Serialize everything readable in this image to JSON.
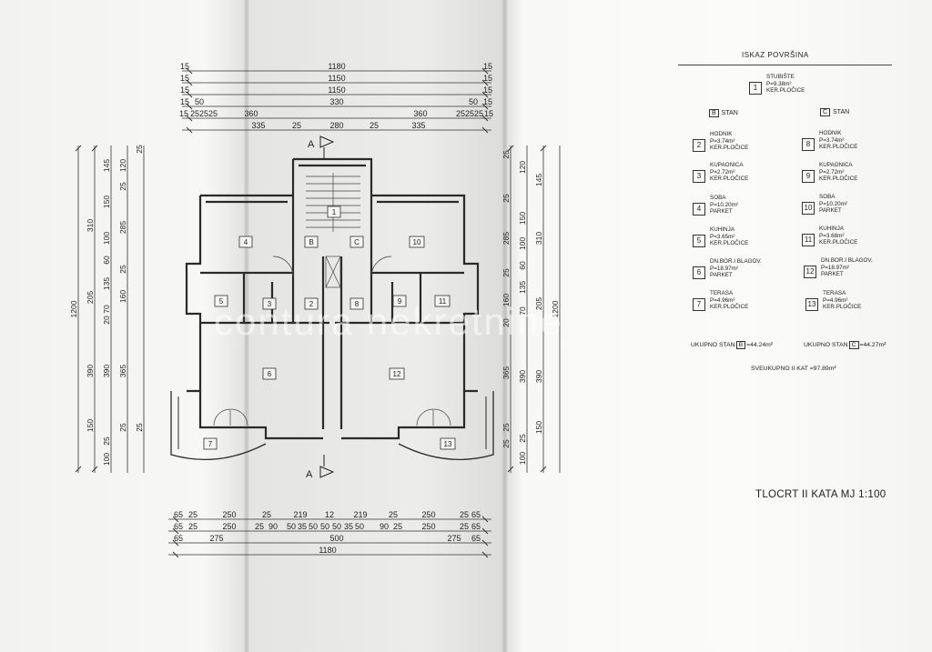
{
  "drawing": {
    "title": "TLOCRT II KATA  MJ 1:100",
    "watermark": "contura nekretnine",
    "section_marker": "A"
  },
  "dims": {
    "top": [
      [
        "15",
        "1180",
        "15"
      ],
      [
        "15",
        "1150",
        "15"
      ],
      [
        "15",
        "1150",
        "15"
      ],
      [
        "15",
        "50",
        "330",
        "50",
        "15"
      ],
      [
        "15",
        "25",
        "25",
        "25",
        "360",
        "360",
        "25",
        "25",
        "25",
        "15"
      ],
      [
        "335",
        "25",
        "280",
        "25",
        "335"
      ]
    ],
    "bottom": [
      [
        "65",
        "25",
        "250",
        "25",
        "219",
        "12",
        "219",
        "25",
        "250",
        "25",
        "65"
      ],
      [
        "65",
        "25",
        "250",
        "25",
        "90",
        "50",
        "35",
        "50",
        "50",
        "50",
        "35",
        "50",
        "90",
        "25",
        "250",
        "25",
        "65"
      ],
      [
        "65",
        "275",
        "500",
        "275",
        "65"
      ],
      [
        "1180"
      ]
    ],
    "left": [
      "1200",
      "310",
      "205",
      "390",
      "150",
      "145",
      "120",
      "25",
      "150",
      "25",
      "100",
      "285",
      "60",
      "135",
      "70",
      "20",
      "160",
      "25",
      "390",
      "365",
      "100",
      "25",
      "25",
      "25"
    ],
    "right": [
      "1200",
      "310",
      "205",
      "390",
      "150",
      "145",
      "120",
      "25",
      "150",
      "25",
      "100",
      "285",
      "60",
      "135",
      "70",
      "20",
      "160",
      "25",
      "390",
      "365",
      "100",
      "25",
      "25",
      "25"
    ]
  },
  "rooms": {
    "r1": "1",
    "r2": "2",
    "r3": "3",
    "r4": "4",
    "r5": "5",
    "r6": "6",
    "r7": "7",
    "r8": "8",
    "r9": "9",
    "r10": "10",
    "r11": "11",
    "r12": "12",
    "r13": "13",
    "b": "B",
    "c": "C"
  },
  "legend": {
    "title": "ISKAZ POVRŠINA",
    "stubiste": {
      "num": "1",
      "lines": [
        "STUBIŠTE",
        "P=9.38m²",
        "KER.PLOČICE"
      ]
    },
    "stan_b": {
      "box": "B",
      "label": "STAN"
    },
    "stan_c": {
      "box": "C",
      "label": "STAN"
    },
    "b_rooms": [
      {
        "num": "2",
        "name": "HODNIK",
        "area": "P=3.74m²",
        "floor": "KER.PLOČICE"
      },
      {
        "num": "3",
        "name": "KUPAONICA",
        "area": "P=2.72m²",
        "floor": "KER.PLOČICE"
      },
      {
        "num": "4",
        "name": "SOBA",
        "area": "P=10.20m²",
        "floor": "PARKET"
      },
      {
        "num": "5",
        "name": "KUHINJA",
        "area": "P=3.65m²",
        "floor": "KER.PLOČICE"
      },
      {
        "num": "6",
        "name": "DN.BOR.I BLAGOV.",
        "area": "P=18.97m²",
        "floor": "PARKET"
      },
      {
        "num": "7",
        "name": "TERASA",
        "area": "P=4.96m²",
        "floor": "KER.PLOČICE"
      }
    ],
    "c_rooms": [
      {
        "num": "8",
        "name": "HODNIK",
        "area": "P=3.74m²",
        "floor": "KER.PLOČICE"
      },
      {
        "num": "9",
        "name": "KUPAONICA",
        "area": "P=2.72m²",
        "floor": "KER.PLOČICE"
      },
      {
        "num": "10",
        "name": "SOBA",
        "area": "P=10.20m²",
        "floor": "PARKET"
      },
      {
        "num": "11",
        "name": "KUHINJA",
        "area": "P=3.68m²",
        "floor": "KER.PLOČICE"
      },
      {
        "num": "12",
        "name": "DN.BOR.I BLAGOV.",
        "area": "P=18.97m²",
        "floor": "PARKET"
      },
      {
        "num": "13",
        "name": "TERASA",
        "area": "P=4.96m²",
        "floor": "KER.PLOČICE"
      }
    ],
    "total_b": {
      "prefix": "UKUPNO STAN",
      "box": "B",
      "value": "=44.24m²"
    },
    "total_c": {
      "prefix": "UKUPNO STAN",
      "box": "C",
      "value": "=44.27m²"
    },
    "total_all": "SVEUKUPNO II KAT =97.89m²"
  }
}
